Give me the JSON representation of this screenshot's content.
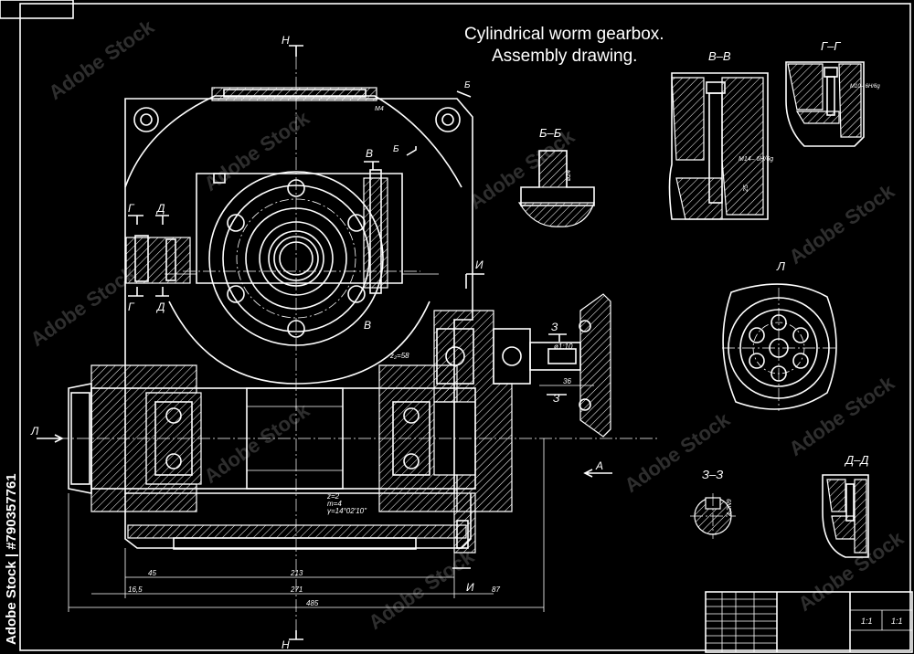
{
  "title": {
    "line1": "Cylindrical worm gearbox.",
    "line2": "Assembly drawing."
  },
  "section_labels": {
    "top_h": "Н",
    "bottom_h": "Н",
    "b_arrow": "Б",
    "b_arrow2": "Б",
    "v_top": "В",
    "v_bottom": "В",
    "g_left": "Г",
    "g_left2": "Г",
    "d_left": "Д",
    "d_left2": "Д",
    "i_top": "И",
    "i_bottom": "И",
    "z_arrow": "З",
    "z_arrow2": "З",
    "l_arrow": "Л",
    "a_arrow": "А"
  },
  "view_titles": {
    "bb": "Б–Б",
    "vv": "В–В",
    "gg": "Г–Г",
    "l": "Л",
    "zz": "З–З",
    "dd": "Д–Д"
  },
  "dimensions": {
    "d45": "45",
    "d213": "213",
    "d165": "16,5",
    "d271": "271",
    "d485": "485",
    "d87": "87",
    "d36": "36",
    "d25": "25",
    "z2": "z₂=58",
    "worm_params": [
      "z=2",
      "m=4",
      "γ=14°02'10\""
    ],
    "thread_m14": "M14– 6H/6g",
    "thread_m10": "M10– 6H/6g",
    "thread_m4": "M4",
    "phi1": "ø1:10",
    "scale": "1:1"
  },
  "watermark": "Adobe Stock",
  "stock_id": "Adobe Stock | #790357761"
}
